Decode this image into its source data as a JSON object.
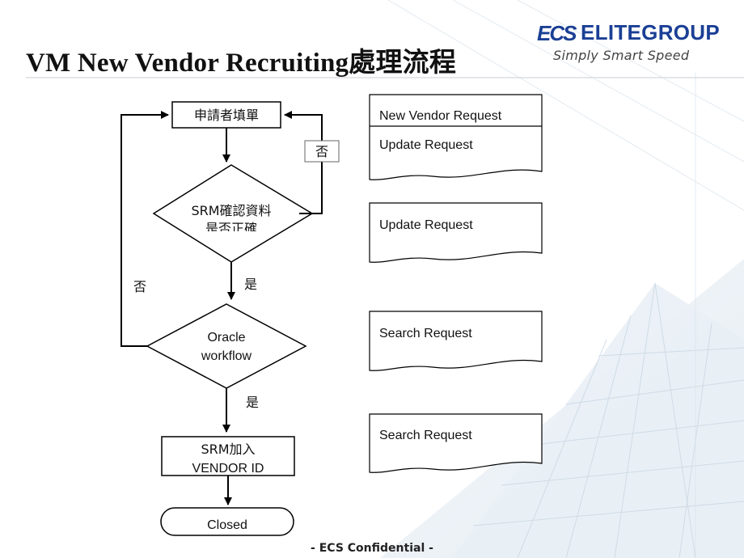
{
  "slide": {
    "title": "VM New Vendor Recruiting處理流程",
    "footer": "- ECS Confidential -"
  },
  "logo": {
    "mark": "ECS",
    "name": "ELITEGROUP",
    "tagline": "Simply Smart Speed",
    "colors": {
      "blue": "#1a3f95",
      "red": "#d62027"
    }
  },
  "flowchart": {
    "nodes": {
      "apply": "申請者填單",
      "check_line1": "SRM確認資料",
      "check_line2": "是否正確",
      "oracle_line1": "Oracle",
      "oracle_line2": "workflow",
      "srm_add_line1": "SRM加入",
      "srm_add_line2": "VENDOR ID",
      "closed": "Closed"
    },
    "edge_labels": {
      "check_no": "否",
      "check_yes": "是",
      "oracle_no": "否",
      "oracle_yes": "是"
    }
  },
  "requests": [
    {
      "line1": "New Vendor Request",
      "line2": "Update Request"
    },
    {
      "line1": "Update Request"
    },
    {
      "line1": "Search Request"
    },
    {
      "line1": "Search Request"
    }
  ]
}
